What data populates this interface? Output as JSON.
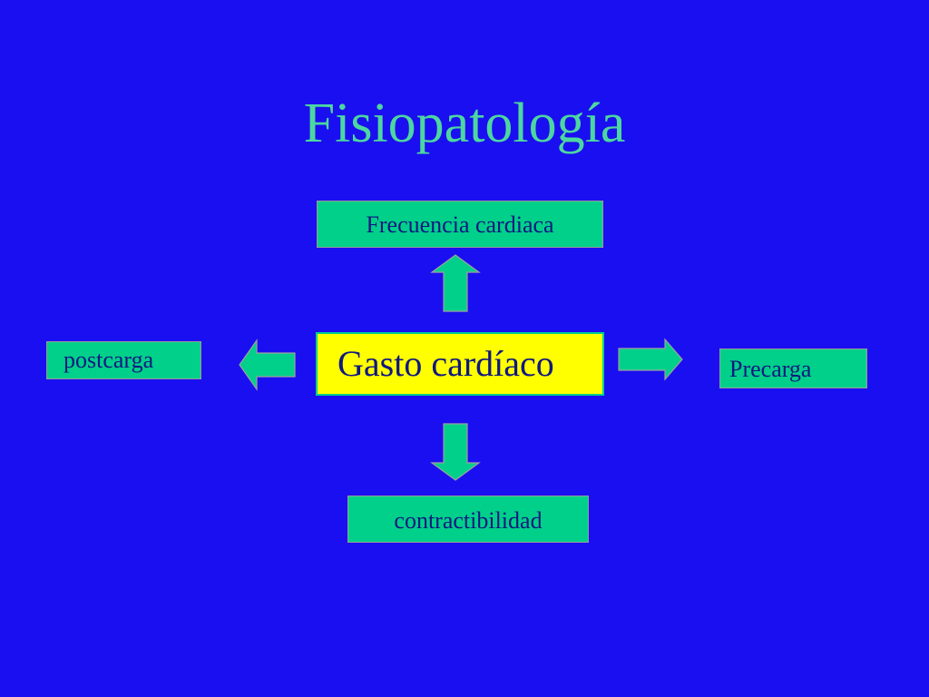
{
  "slide": {
    "title": "Fisiopatología",
    "center": "Gasto cardíaco",
    "top": "Frecuencia cardiaca",
    "left": "postcarga",
    "right": "Precarga",
    "bottom": "contractibilidad"
  },
  "colors": {
    "background": "#1a0ff0",
    "title": "#4cd7a0",
    "box_fill": "#00d08a",
    "center_fill": "#ffff00",
    "box_text": "#101880",
    "arrow_fill": "#00d08a"
  }
}
